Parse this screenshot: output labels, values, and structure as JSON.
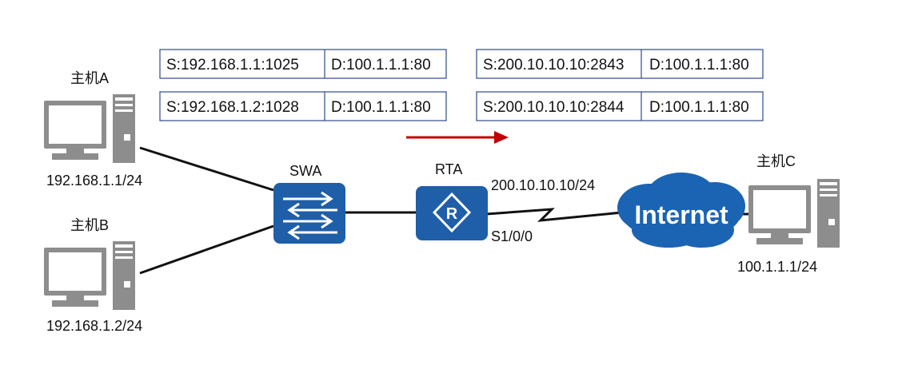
{
  "hosts": [
    {
      "name": "主机A",
      "ip": "192.168.1.1/24"
    },
    {
      "name": "主机B",
      "ip": "192.168.1.2/24"
    },
    {
      "name": "主机C",
      "ip": "100.1.1.1/24"
    }
  ],
  "devices": {
    "switch": {
      "label": "SWA"
    },
    "router": {
      "label": "RTA",
      "glyph": "R",
      "wan_ip": "200.10.10.10/24",
      "interface": "S1/0/0"
    },
    "cloud": {
      "label": "Internet"
    }
  },
  "nat_tables": {
    "before": [
      {
        "source": "S:192.168.1.1:1025",
        "destination": "D:100.1.1.1:80"
      },
      {
        "source": "S:192.168.1.2:1028",
        "destination": "D:100.1.1.1:80"
      }
    ],
    "after": [
      {
        "source": "S:200.10.10.10:2843",
        "destination": "D:100.1.1.1:80"
      },
      {
        "source": "S:200.10.10.10:2844",
        "destination": "D:100.1.1.1:80"
      }
    ]
  },
  "colors": {
    "device_blue": "#1f5ea8",
    "cloud_blue": "#1b63b3",
    "arrow_red": "#c00000",
    "table_border": "#2e4a8a",
    "pc_gray": "#8a8a8a"
  }
}
